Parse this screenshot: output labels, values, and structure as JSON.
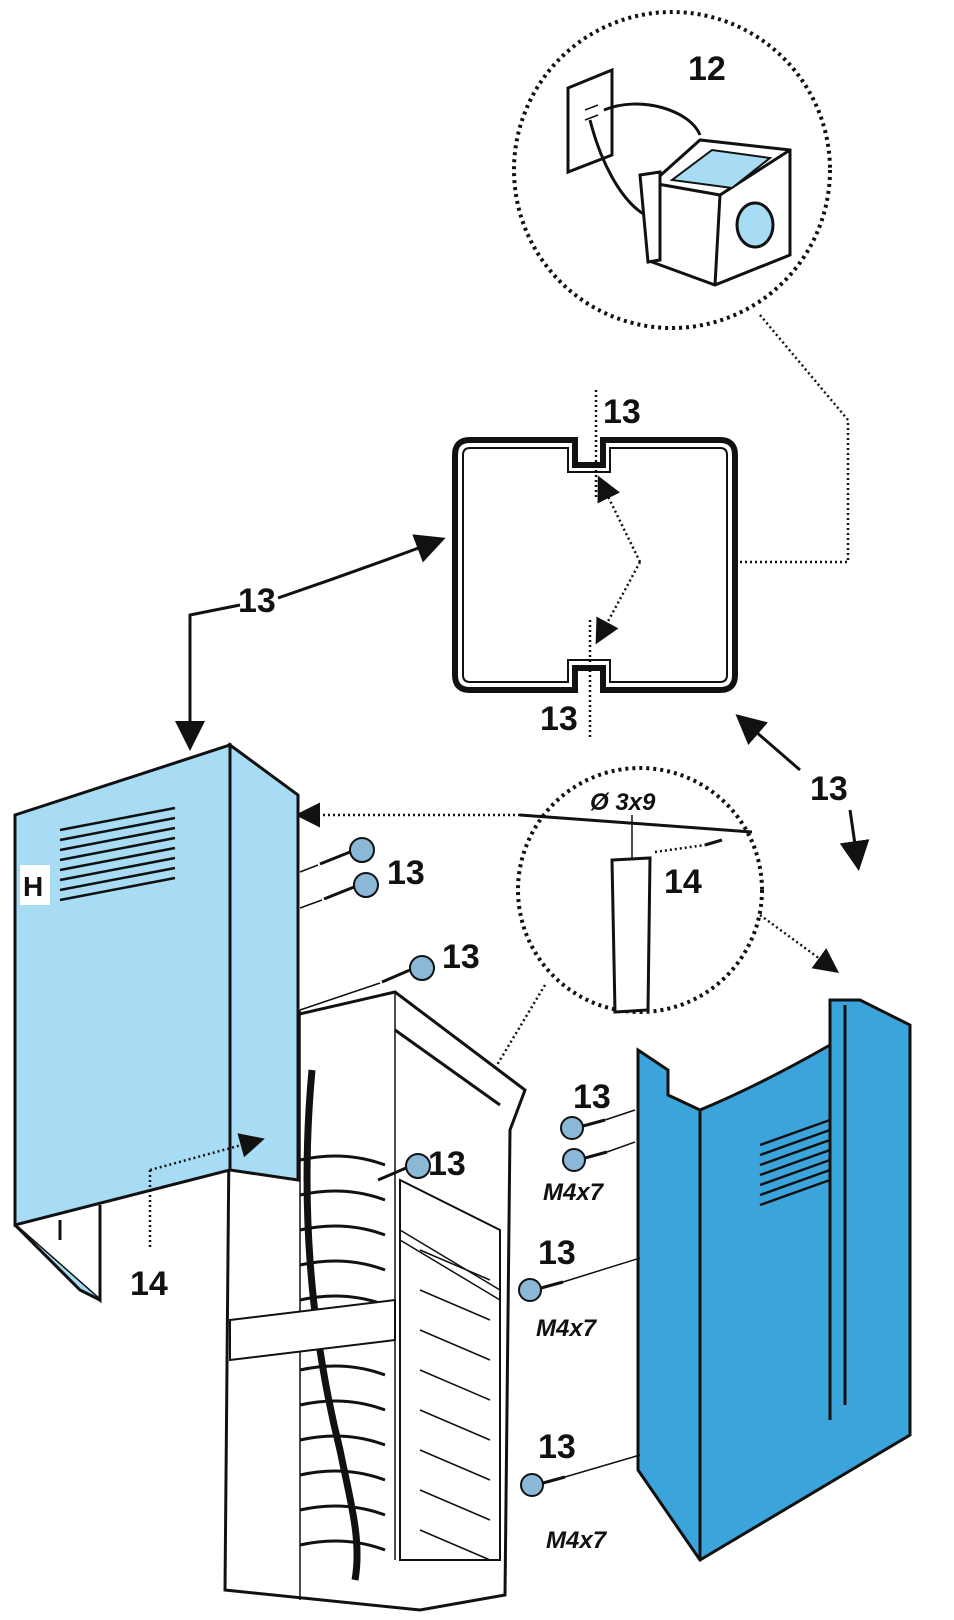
{
  "callouts": {
    "label_12": "12",
    "label_13": "13",
    "label_14": "14",
    "label_h": "H",
    "screw_spec_small": "Ø 3x9",
    "screw_spec_m4": "M4x7"
  },
  "colors": {
    "panel_light": "#a8dcf4",
    "panel_dark": "#3aa4db",
    "outline": "#111111"
  },
  "icons": [
    "wall-socket-icon",
    "plug-icon",
    "screw-icon",
    "arrow-icon"
  ]
}
